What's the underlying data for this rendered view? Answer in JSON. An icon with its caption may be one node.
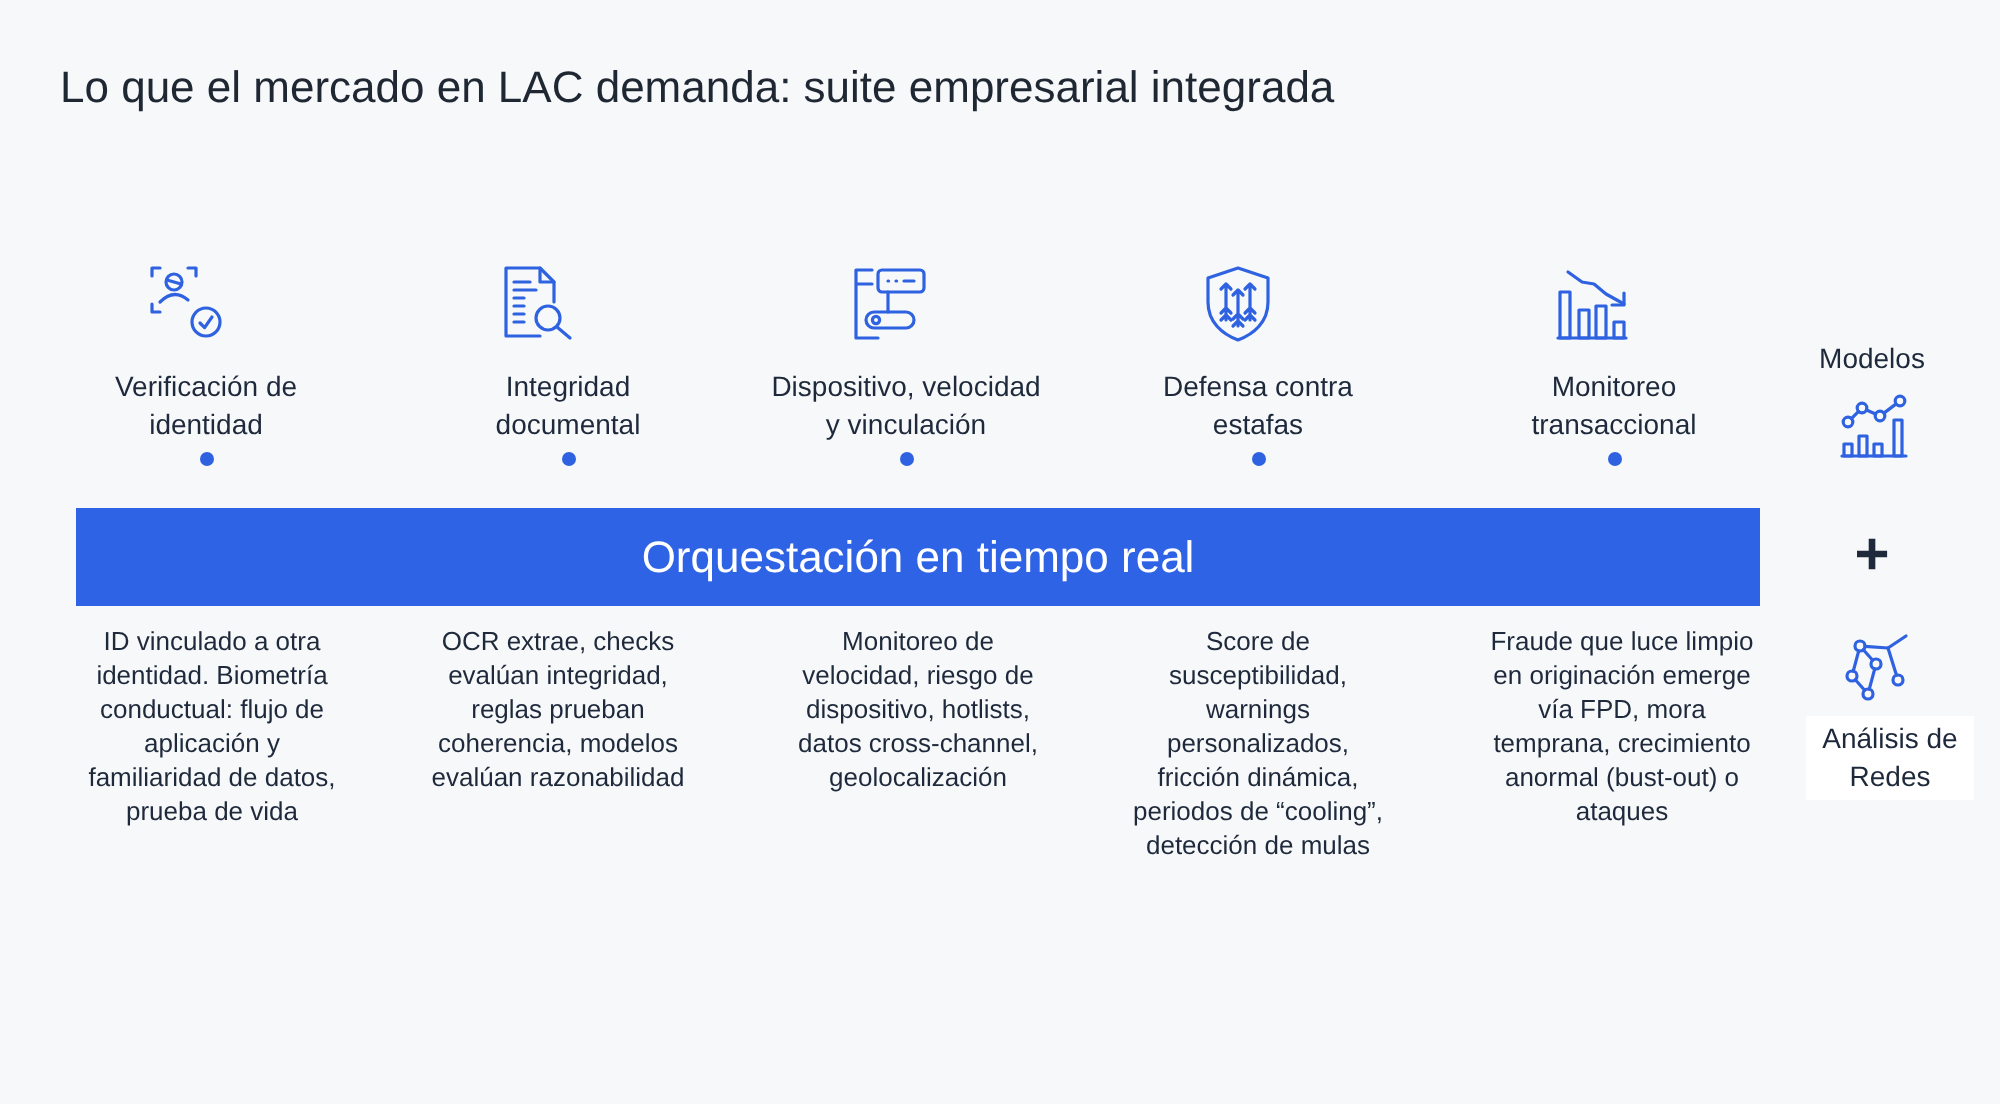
{
  "diagram": {
    "title": "Lo que el mercado en LAC demanda: suite empresarial integrada",
    "nodes": [
      {
        "text": [
          "Orquestación en tiempo real"
        ]
      }
    ],
    "labels": [
      "Verificación de identidad",
      "Integridad documental",
      "Dispositivo, velocidad y vinculación",
      "Defensa contra estafas",
      "Monitoreo transaccional",
      "Modelos",
      "+",
      "ID vinculado a otra identidad. Biometría conductual: flujo de aplicación y familiaridad de datos, prueba de vida",
      "OCR extrae, checks evalúan integridad, reglas prueban coherencia, modelos evalúan razonabilidad",
      "Monitoreo de velocidad, riesgo de dispositivo, hotlists, datos cross-channel, geolocalización",
      "Score de susceptibilidad, warnings personalizados, fricción dinámica, periodos de “cooling”, detección de mulas",
      "Fraude que luce limpio en originación emerge vía FPD, mora temprana, crecimiento anormal (bust-out) o ataques",
      "Análisis de Redes"
    ]
  }
}
